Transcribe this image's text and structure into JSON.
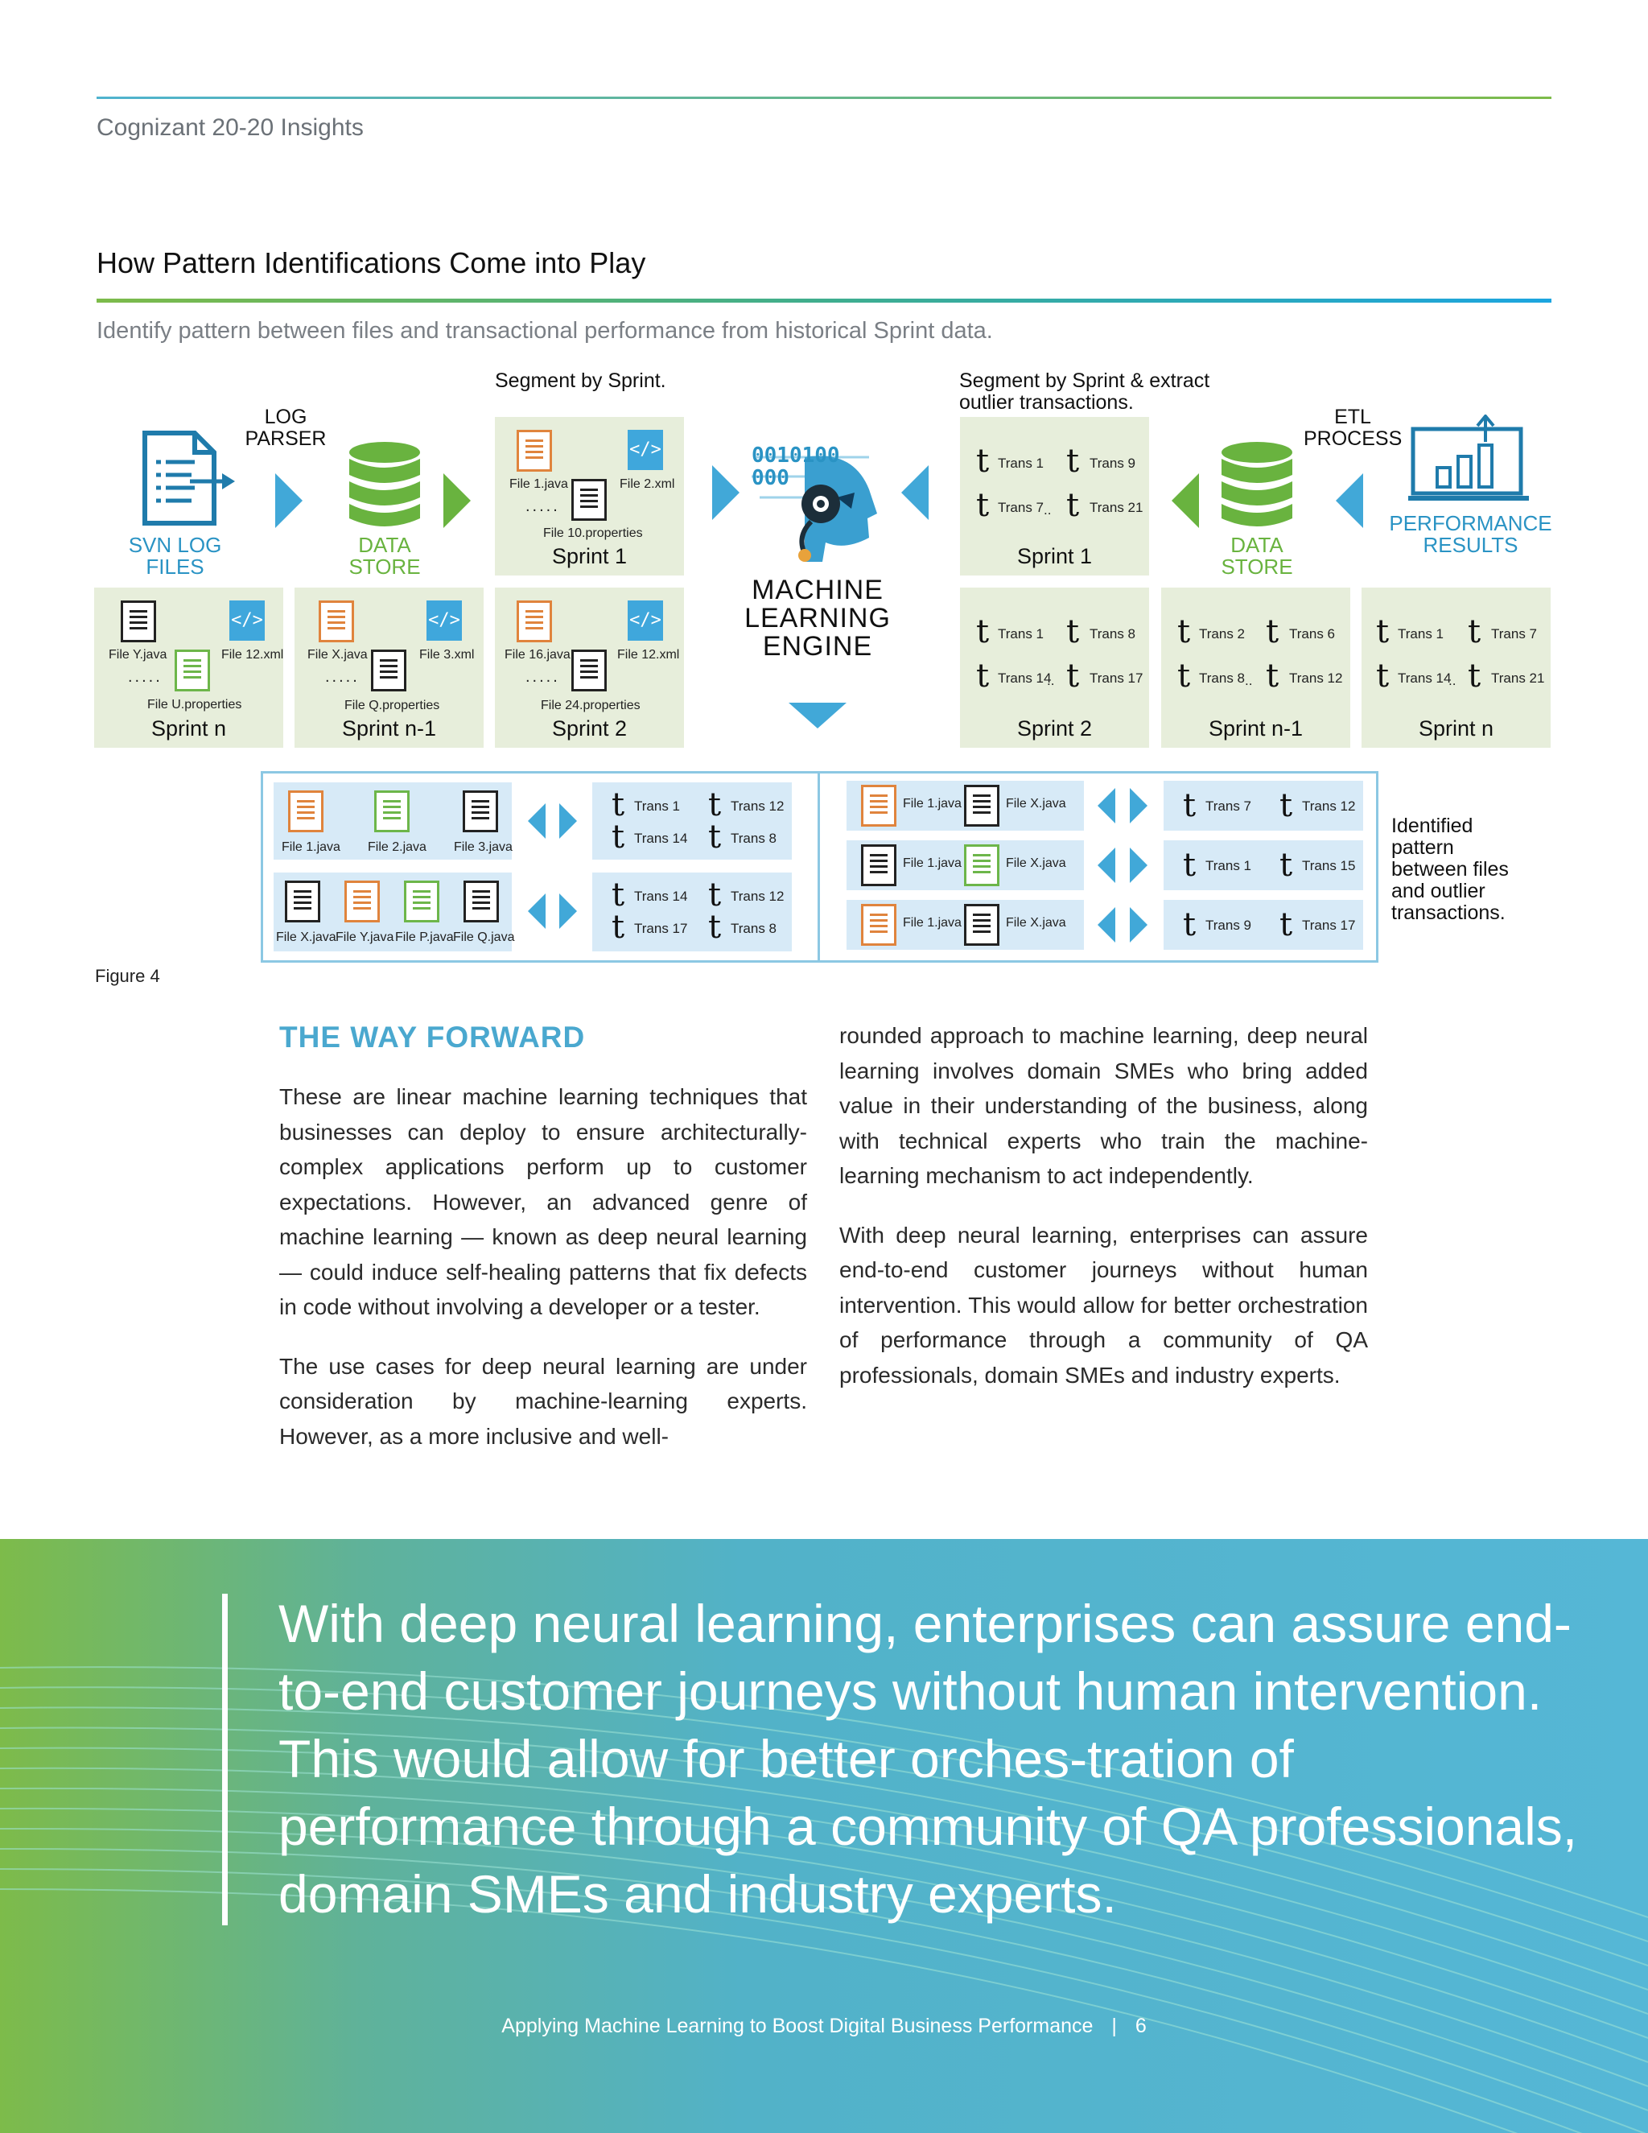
{
  "header": {
    "publication": "Cognizant 20-20 Insights"
  },
  "figure": {
    "title": "How Pattern Identifications Come into Play",
    "subtitle": "Identify pattern between files and transactional performance from historical Sprint data.",
    "caption": "Figure 4",
    "labels": {
      "svn_log_files": "SVN LOG\nFILES",
      "log_parser": "LOG\nPARSER",
      "data_store": "DATA\nSTORE",
      "segment_by_sprint": "Segment by Sprint.",
      "segment_extract": "Segment by Sprint & extract\noutlier transactions.",
      "etl_process": "ETL\nPROCESS",
      "performance_results": "PERFORMANCE\nRESULTS",
      "machine_learning_engine": "MACHINE\nLEARNING\nENGINE",
      "identified_pattern": "Identified\npattern\nbetween files\nand outlier\ntransactions.",
      "engine_binary": "0010100\n000"
    },
    "dots": ".....",
    "file_sprints": [
      {
        "name": "Sprint 1",
        "files": [
          "File 1.java",
          "File 2.xml",
          "File 10.properties"
        ]
      },
      {
        "name": "Sprint n",
        "files": [
          "File Y.java",
          "File 12.xml",
          "File U.properties"
        ]
      },
      {
        "name": "Sprint n-1",
        "files": [
          "File X.java",
          "File 3.xml",
          "File Q.properties"
        ]
      },
      {
        "name": "Sprint 2",
        "files": [
          "File 16.java",
          "File 12.xml",
          "File 24.properties"
        ]
      }
    ],
    "trans_sprints": [
      {
        "name": "Sprint 1",
        "trans": [
          "Trans 1",
          "Trans 9",
          "Trans 7",
          "Trans 21"
        ]
      },
      {
        "name": "Sprint 2",
        "trans": [
          "Trans 1",
          "Trans 8",
          "Trans 14",
          "Trans 17"
        ]
      },
      {
        "name": "Sprint n-1",
        "trans": [
          "Trans 2",
          "Trans 6",
          "Trans 8",
          "Trans 12"
        ]
      },
      {
        "name": "Sprint n",
        "trans": [
          "Trans 1",
          "Trans 7",
          "Trans 14",
          "Trans 21"
        ]
      }
    ],
    "t_glyph": "t",
    "pair_dots": "..",
    "patterns_left": [
      {
        "files": [
          "File 1.java",
          "File 2.java",
          "File 3.java"
        ],
        "trans": [
          "Trans 1",
          "Trans 12",
          "Trans 14",
          "Trans 8"
        ]
      },
      {
        "files": [
          "File X.java",
          "File Y.java",
          "File P.java",
          "File Q.java"
        ],
        "trans": [
          "Trans 14",
          "Trans 12",
          "Trans 17",
          "Trans 8"
        ]
      }
    ],
    "patterns_right": [
      {
        "files": [
          "File 1.java",
          "File X.java"
        ],
        "trans": [
          "Trans 7",
          "Trans 12"
        ]
      },
      {
        "files": [
          "File 1.java",
          "File X.java"
        ],
        "trans": [
          "Trans 1",
          "Trans 15"
        ]
      },
      {
        "files": [
          "File 1.java",
          "File X.java"
        ],
        "trans": [
          "Trans 9",
          "Trans 17"
        ]
      }
    ],
    "code_glyph": "</>"
  },
  "article": {
    "heading": "THE WAY FORWARD",
    "col1_p1": "These are linear machine learning techniques that businesses can deploy to ensure archi­tecturally-complex applications perform up to customer expectations. However, an advanced genre of machine learning — known as deep neural learning — could induce self-healing pat­terns that fix defects in code without involving a developer or a tester.",
    "col1_p2": "The use cases for deep neural learning are under consideration by machine-learning ex­perts. However, as a more inclusive and well-",
    "col2_p1": "rounded approach to machine learning, deep neural learning involves domain SMEs who bring added value in their understanding of the business, along with technical experts who train the machine-learning mechanism to act independently.",
    "col2_p2": "With deep neural learning, enterprises can assure end-to-end customer journeys without human intervention. This would allow for better orches­tration of performance through a community of QA professionals, domain SMEs and industry experts."
  },
  "pullquote": "With deep neural learning, enterprises can assure end-to-end customer journeys without human intervention. This would allow for better orches-tration of performance through a community of QA professionals, domain SMEs and industry experts.",
  "footer": {
    "text": "Applying Machine Learning to Boost Digital Business Performance",
    "separator": "|",
    "page": "6"
  },
  "colors": {
    "accent_blue": "#41a8d8",
    "accent_green": "#69b33f",
    "sprint_box": "#e7eedb",
    "pattern_box": "#d7eaf7"
  }
}
